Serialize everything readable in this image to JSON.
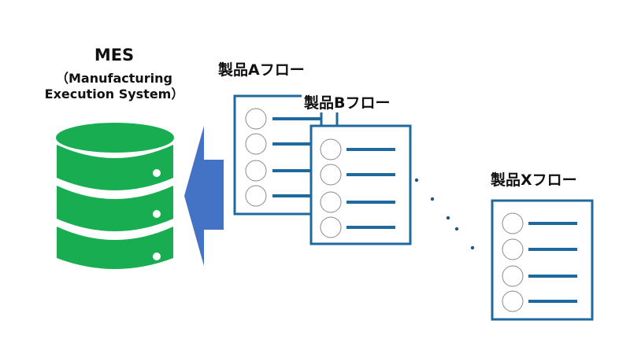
{
  "mes": {
    "title": "MES",
    "subtitle_line1": "（Manufacturing",
    "subtitle_line2": "Execution System）",
    "icon": "database-icon"
  },
  "arrow": {
    "icon": "left-arrow-icon",
    "direction": "left"
  },
  "flows": [
    {
      "label": "製品Aフロー",
      "steps": 4
    },
    {
      "label": "製品Bフロー",
      "steps": 4
    },
    {
      "label": "製品Xフロー",
      "steps": 4
    }
  ],
  "ellipsis": {
    "icon": "ellipsis-dots",
    "count": 5
  },
  "colors": {
    "database": "#17ad50",
    "arrow": "#4472c4",
    "document": "#1e6a9e",
    "circle": "#8a8a8a"
  }
}
